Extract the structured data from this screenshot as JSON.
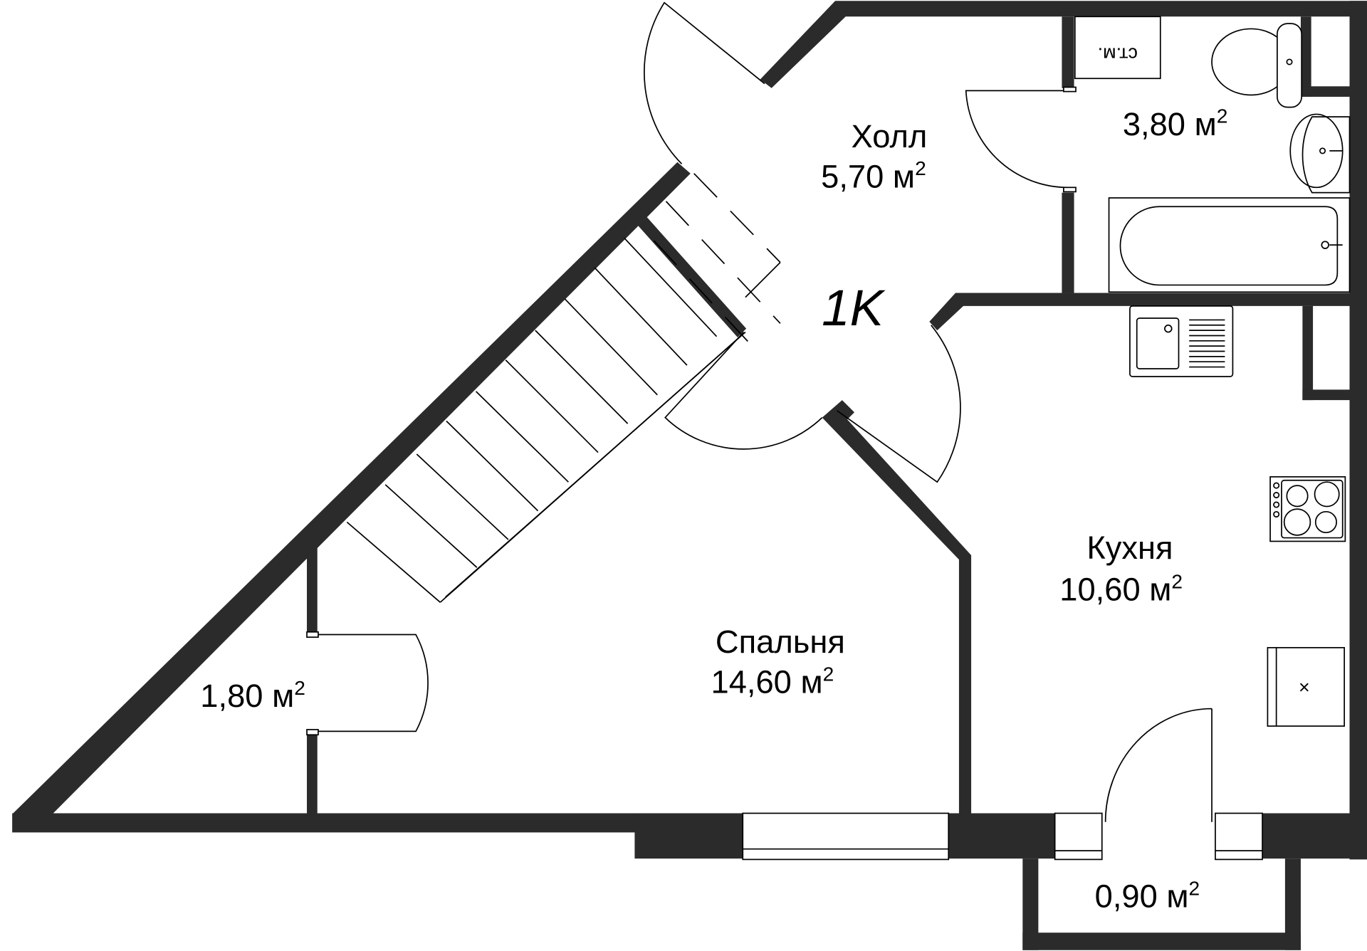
{
  "plan": {
    "apartment_code": "1K",
    "area_unit": "м",
    "area_power": "2",
    "rooms": [
      {
        "id": "hall",
        "name": "Холл",
        "area": "5,70"
      },
      {
        "id": "bathroom",
        "name": "",
        "area": "3,80"
      },
      {
        "id": "kitchen",
        "name": "Кухня",
        "area": "10,60"
      },
      {
        "id": "bedroom",
        "name": "Спальня",
        "area": "14,60"
      },
      {
        "id": "storage",
        "name": "",
        "area": "1,80"
      },
      {
        "id": "balcony",
        "name": "",
        "area": "0,90"
      }
    ],
    "fixtures": {
      "washing_machine_label": "ст.м.",
      "fridge_mark": "×"
    },
    "colors": {
      "wall": "#2b2b2b",
      "background": "#ffffff",
      "line": "#000000"
    }
  }
}
